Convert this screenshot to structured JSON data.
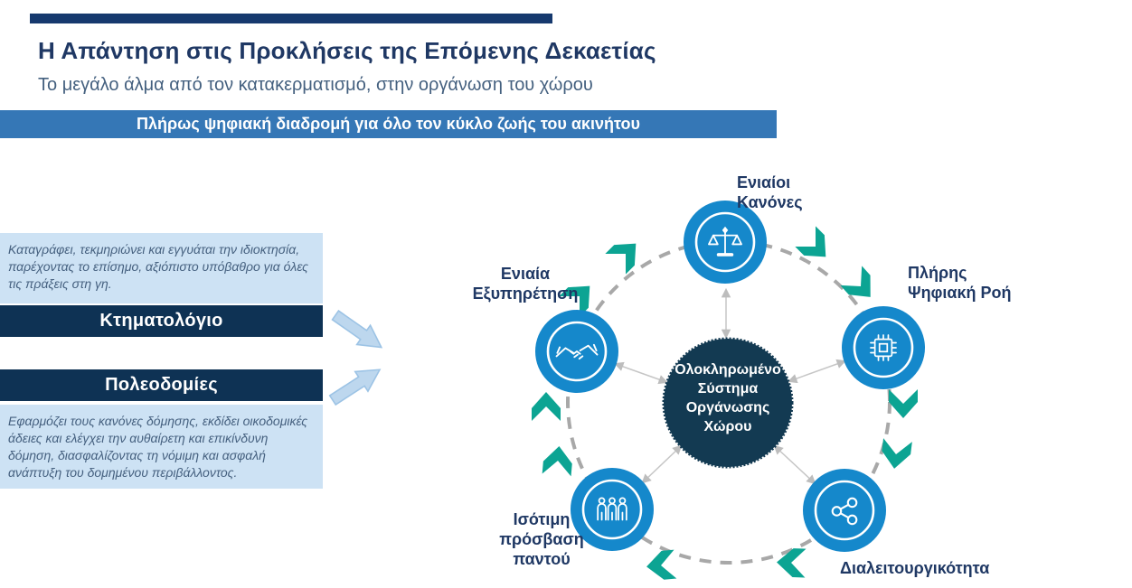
{
  "slide": {
    "title": "Η Απάντηση στις Προκλήσεις της Επόμενης Δεκαετίας",
    "subtitle": "Το μεγάλο άλμα από τον κατακερματισμό, στην οργάνωση του χώρου",
    "banner": "Πλήρως ψηφιακή διαδρομή για όλο τον κύκλο ζωής του ακινήτου"
  },
  "left_panel": {
    "cadastre": {
      "title": "Κτηματολόγιο",
      "description": "Καταγράφει, τεκμηριώνει και εγγυάται την ιδιοκτησία, παρέχοντας το επίσημο, αξιόπιστο υπόβαθρο για όλες τις πράξεις στη γη."
    },
    "planning": {
      "title": "Πολεοδομίες",
      "description": "Εφαρμόζει τους κανόνες δόμησης, εκδίδει οικοδομικές άδειες και ελέγχει την αυθαίρετη και επικίνδυνη δόμηση, διασφαλίζοντας τη νόμιμη και ασφαλή ανάπτυξη του δομημένου περιβάλλοντος."
    }
  },
  "diagram": {
    "center": "Ολοκληρωμένο Σύστημα Οργάνωσης Χώρου",
    "nodes": [
      {
        "label": "Ενιαίοι\nΚανόνες",
        "icon": "scales-icon"
      },
      {
        "label": "Πλήρης\nΨηφιακή Ροή",
        "icon": "chip-icon"
      },
      {
        "label": "Διαλειτουργικότητα",
        "icon": "share-icon"
      },
      {
        "label": "Ισότιμη\nπρόσβαση\nπαντού",
        "icon": "people-icon"
      },
      {
        "label": "Ενιαία\nΕξυπηρέτηση",
        "icon": "handshake-icon"
      }
    ],
    "flow_direction": "clockwise"
  },
  "colors": {
    "accent_bar": "#16396E",
    "title_navy": "#1F3864",
    "banner_blue": "#3577B6",
    "light_blue_box": "#CDE2F4",
    "dark_bar_navy": "#0E3254",
    "center_circle_navy": "#133A52",
    "node_blue": "#1588CB",
    "teal_chevron": "#0CA493",
    "dashed_ring_gray": "#A8A8A8",
    "connector_gray": "#BDBDBD",
    "description_text": "#45607F",
    "block_arrow_fill": "#BDD7EE",
    "block_arrow_stroke": "#9CC3E5"
  }
}
